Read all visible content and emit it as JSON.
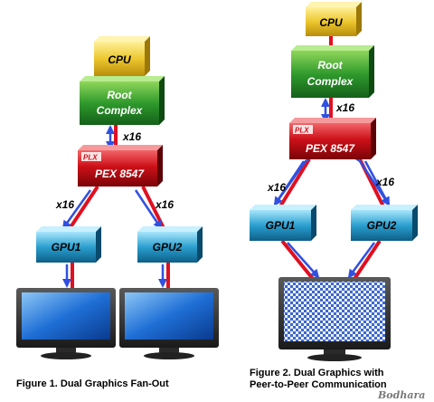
{
  "figure1": {
    "cpu": "CPU",
    "root_line1": "Root",
    "root_line2": "Complex",
    "plx_logo": "PLX",
    "pex": "PEX 8547",
    "link_up": "x16",
    "link_left": "x16",
    "link_right": "x16",
    "gpu1": "GPU1",
    "gpu2": "GPU2",
    "caption": "Figure 1. Dual Graphics Fan-Out"
  },
  "figure2": {
    "cpu": "CPU",
    "root_line1": "Root",
    "root_line2": "Complex",
    "plx_logo": "PLX",
    "pex": "PEX 8547",
    "link_up": "x16",
    "link_left": "x16",
    "link_right": "x16",
    "gpu1": "GPU1",
    "gpu2": "GPU2",
    "caption_line1": "Figure 2. Dual Graphics with",
    "caption_line2": "Peer-to-Peer Communication"
  },
  "watermark": "Bodhara",
  "colors": {
    "cpu": "#e6c22a",
    "root_complex": "#2f9a2c",
    "pex": "#cc1018",
    "gpu": "#2a9fcf",
    "link_red": "#e01020",
    "link_blue": "#3050e0",
    "screen_blue": "#1f6fd6"
  }
}
